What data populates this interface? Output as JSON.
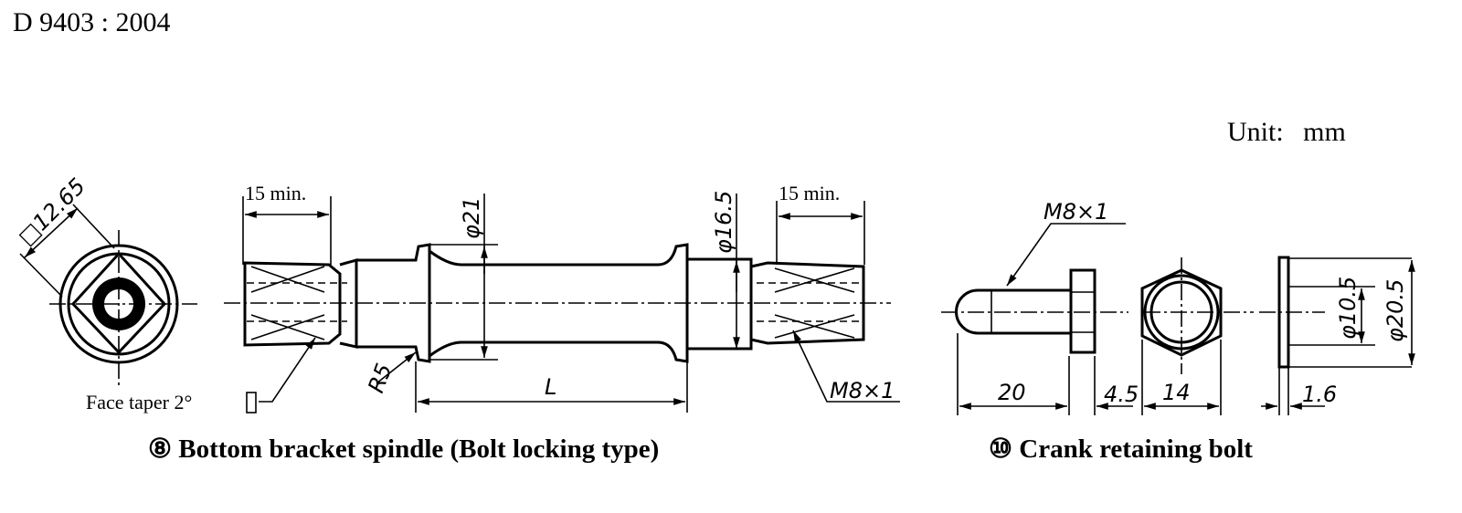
{
  "header": {
    "standard": "D 9403 : 2004",
    "unit": "Unit:  mm"
  },
  "spindle": {
    "caption": "⑧  Bottom bracket spindle (Bolt locking type)",
    "square_dim": "□12.65",
    "face_taper": "Face taper 2°",
    "left_length": "15 min.",
    "right_length": "15 min.",
    "dia_collar": "φ21",
    "dia_shaft": "φ16.5",
    "radius": "R5",
    "length": "L",
    "thread": "M8×1"
  },
  "bolt": {
    "caption": "⑩  Crank retaining bolt",
    "thread": "M8×1",
    "length": "20",
    "head_thickness": "4.5",
    "across_flats": "14",
    "washer_inner": "φ10.5",
    "washer_outer": "φ20.5",
    "washer_thickness": "1.6"
  }
}
